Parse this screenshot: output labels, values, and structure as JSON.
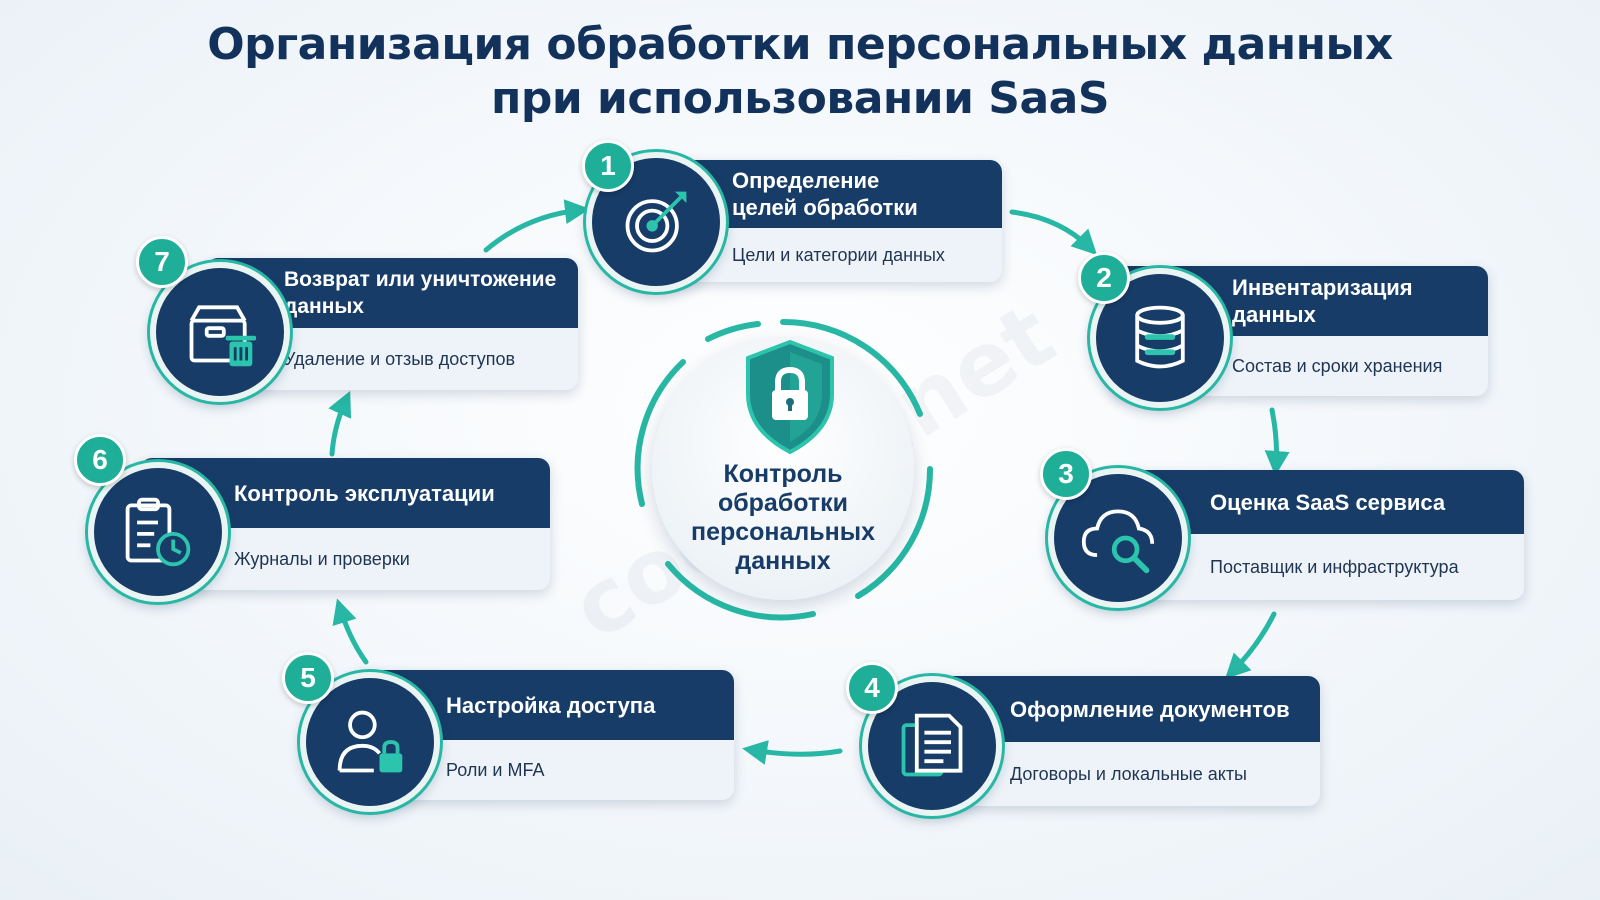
{
  "title": {
    "line1": "Организация обработки персональных данных",
    "line2": "при использовании SaaS"
  },
  "center": {
    "lines": [
      "Контроль",
      "обработки",
      "персональных",
      "данных"
    ],
    "icon": "shield-lock-icon"
  },
  "watermark": "codeby.net",
  "accent_color": "#1fae98",
  "navy_color": "#173c68",
  "steps": [
    {
      "num": "1",
      "title": "Определение\nцелей обработки",
      "subtitle": "Цели и категории данных",
      "icon": "target-icon"
    },
    {
      "num": "2",
      "title": "Инвентаризация\nданных",
      "subtitle": "Состав и сроки хранения",
      "icon": "database-icon"
    },
    {
      "num": "3",
      "title": "Оценка SaaS сервиса",
      "subtitle": "Поставщик и инфраструктура",
      "icon": "cloud-search-icon"
    },
    {
      "num": "4",
      "title": "Оформление документов",
      "subtitle": "Договоры и локальные акты",
      "icon": "documents-icon"
    },
    {
      "num": "5",
      "title": "Настройка доступа",
      "subtitle": "Роли и MFA",
      "icon": "user-lock-icon"
    },
    {
      "num": "6",
      "title": "Контроль эксплуатации",
      "subtitle": "Журналы и проверки",
      "icon": "clipboard-clock-icon"
    },
    {
      "num": "7",
      "title": "Возврат или уничтожение\nданных",
      "subtitle": "Удаление и отзыв доступов",
      "icon": "box-trash-icon"
    }
  ]
}
